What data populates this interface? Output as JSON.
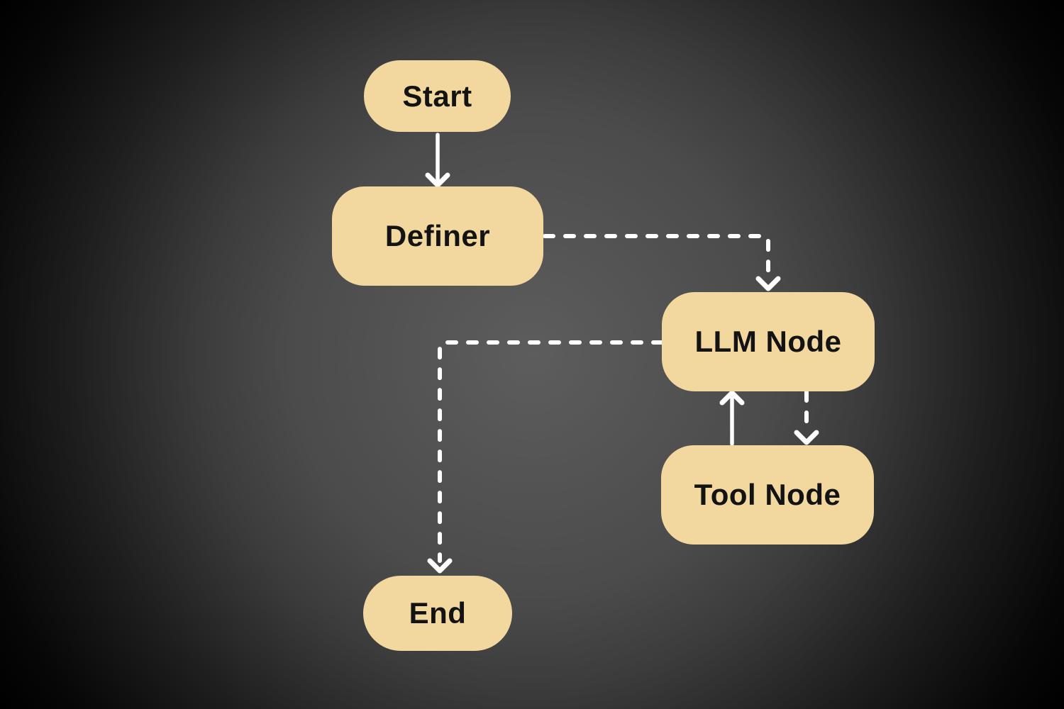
{
  "diagram": {
    "type": "flowchart",
    "nodes": [
      {
        "id": "start",
        "label": "Start",
        "shape": "stadium"
      },
      {
        "id": "definer",
        "label": "Definer",
        "shape": "rounded-rect"
      },
      {
        "id": "llm",
        "label": "LLM Node",
        "shape": "rounded-rect"
      },
      {
        "id": "tool",
        "label": "Tool Node",
        "shape": "rounded-rect"
      },
      {
        "id": "end",
        "label": "End",
        "shape": "stadium"
      }
    ],
    "edges": [
      {
        "from": "start",
        "to": "definer",
        "style": "solid",
        "direction": "down"
      },
      {
        "from": "definer",
        "to": "llm",
        "style": "dashed",
        "direction": "right-then-down"
      },
      {
        "from": "llm",
        "to": "end",
        "style": "dashed",
        "direction": "left-then-down"
      },
      {
        "from": "tool",
        "to": "llm",
        "style": "solid",
        "direction": "up"
      },
      {
        "from": "llm",
        "to": "tool",
        "style": "dashed",
        "direction": "down"
      }
    ],
    "colors": {
      "node-fill": "#F2D79F",
      "node-text": "#131313",
      "edge": "#FFFFFF",
      "bg-center": "#5D5D5D",
      "bg-outer": "#000000"
    }
  }
}
